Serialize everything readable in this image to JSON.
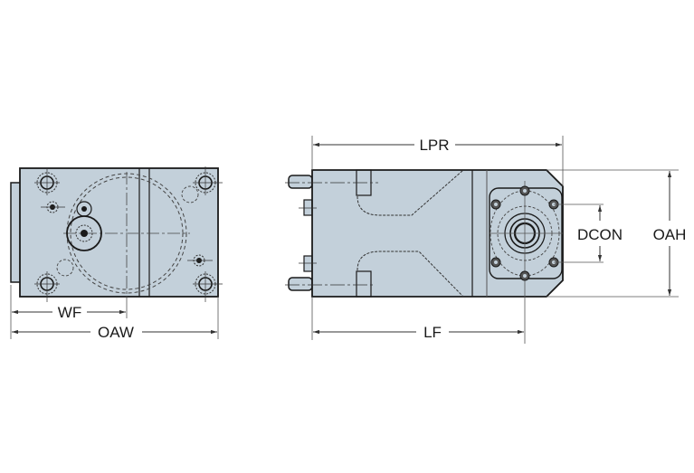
{
  "colors": {
    "body_fill": "#c3d0da",
    "outline": "#1a1a1a",
    "hidden_line": "#444444",
    "dim_line": "#333333"
  },
  "views": {
    "end_view": {
      "dimensions": {
        "wf": "WF",
        "oaw": "OAW"
      }
    },
    "side_view": {
      "dimensions": {
        "lpr": "LPR",
        "lf": "LF",
        "dcon": "DCON",
        "oah": "OAH"
      }
    }
  }
}
